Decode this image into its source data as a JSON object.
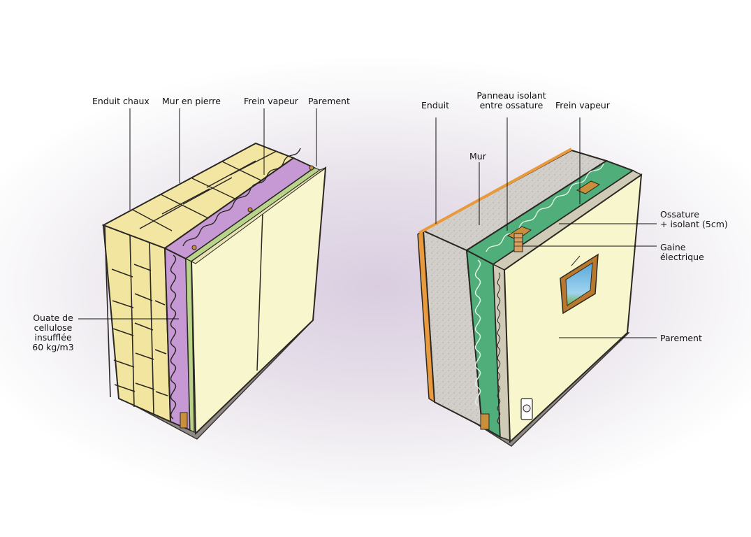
{
  "left_diagram": {
    "labels": {
      "enduit_chaux": "Enduit chaux",
      "mur_en_pierre": "Mur en pierre",
      "frein_vapeur": "Frein vapeur",
      "parement": "Parement",
      "ouate_line1": "Ouate de",
      "ouate_line2": "cellulose",
      "ouate_line3": "insufflée",
      "ouate_line4": "60 kg/m3"
    }
  },
  "right_diagram": {
    "labels": {
      "enduit": "Enduit",
      "panneau_line1": "Panneau isolant",
      "panneau_line2": "entre ossature",
      "frein_vapeur": "Frein vapeur",
      "mur": "Mur",
      "ossature_line1": "Ossature",
      "ossature_line2": "+ isolant (5cm)",
      "gaine_line1": "Gaine",
      "gaine_line2": "électrique",
      "parement": "Parement"
    }
  },
  "colors": {
    "stone": "#f3e6a2",
    "cellulose": "#c79ad3",
    "vapor_barrier": "#b9d48a",
    "panel_face": "#f8f6cc",
    "render_orange": "#e89a3c",
    "render_grey": "#cfcbc6",
    "insulation_green": "#4fae7a",
    "base": "#9a9490"
  }
}
